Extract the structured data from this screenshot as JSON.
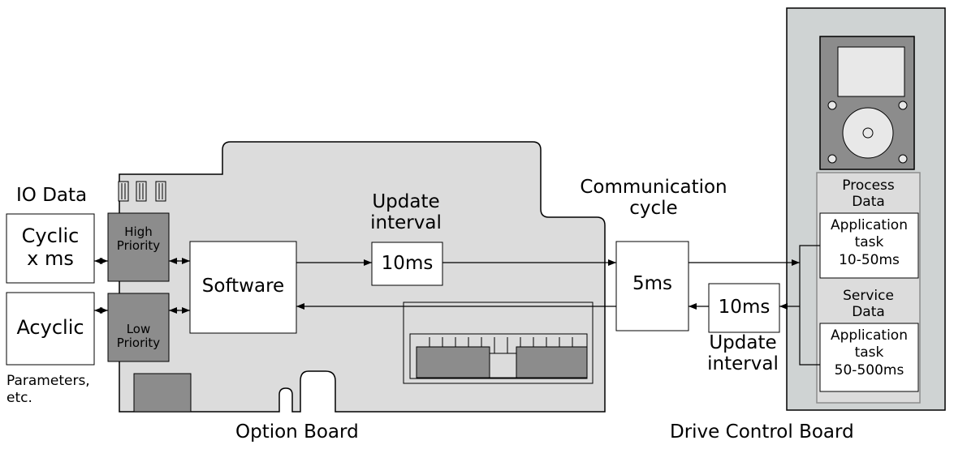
{
  "io_data": {
    "title": "IO Data",
    "cyclic": "Cyclic\nx ms",
    "acyclic": "Acyclic",
    "parameters_note": "Parameters,\netc."
  },
  "option_board": {
    "label": "Option Board",
    "high_priority": "High\nPriority",
    "low_priority": "Low\nPriority",
    "software": "Software",
    "update_interval_title": "Update\ninterval",
    "update_interval_value": "10ms"
  },
  "communication": {
    "title": "Communication\ncycle",
    "value": "5ms"
  },
  "return_path": {
    "value": "10ms",
    "title": "Update\ninterval"
  },
  "drive_control_board": {
    "label": "Drive Control Board",
    "process_data": "Process\nData",
    "process_task": "Application\ntask\n10-50ms",
    "service_data": "Service\nData",
    "service_task": "Application\ntask\n50-500ms"
  },
  "colors": {
    "board_fill": "#dcdcdc",
    "dark_gray": "#8c8c8c",
    "drive_fill": "#cfd3d3"
  }
}
